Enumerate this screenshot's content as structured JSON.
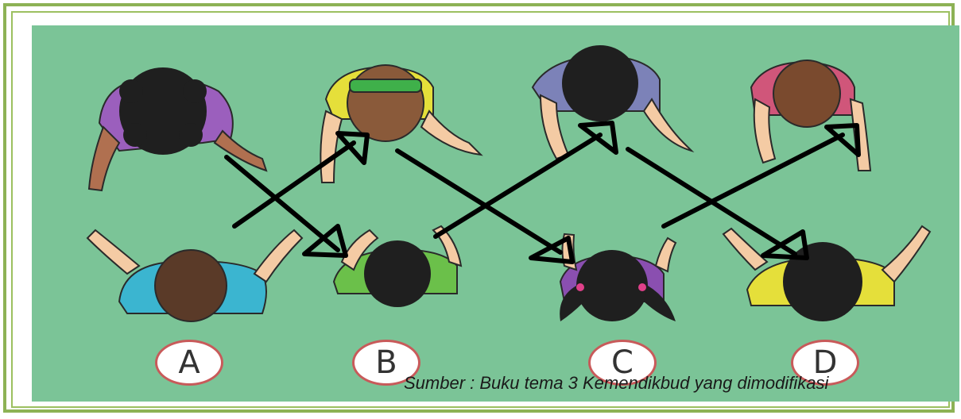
{
  "labels": {
    "a": "A",
    "b": "B",
    "c": "C",
    "d": "D"
  },
  "caption": "Sumber : Buku tema 3 Kemendikbud yang dimodifikasi",
  "colors": {
    "frame_border": "#8db255",
    "field_green": "#7bc497",
    "arrow": "#000000",
    "label_ring": "#c85a5a"
  },
  "illustration": {
    "subject": "top-down view of eight children in two rows (A, B, C, D) with crossing arrows showing passing sequence",
    "icons": [
      "child-top-view-icon",
      "arrow-icon"
    ]
  }
}
